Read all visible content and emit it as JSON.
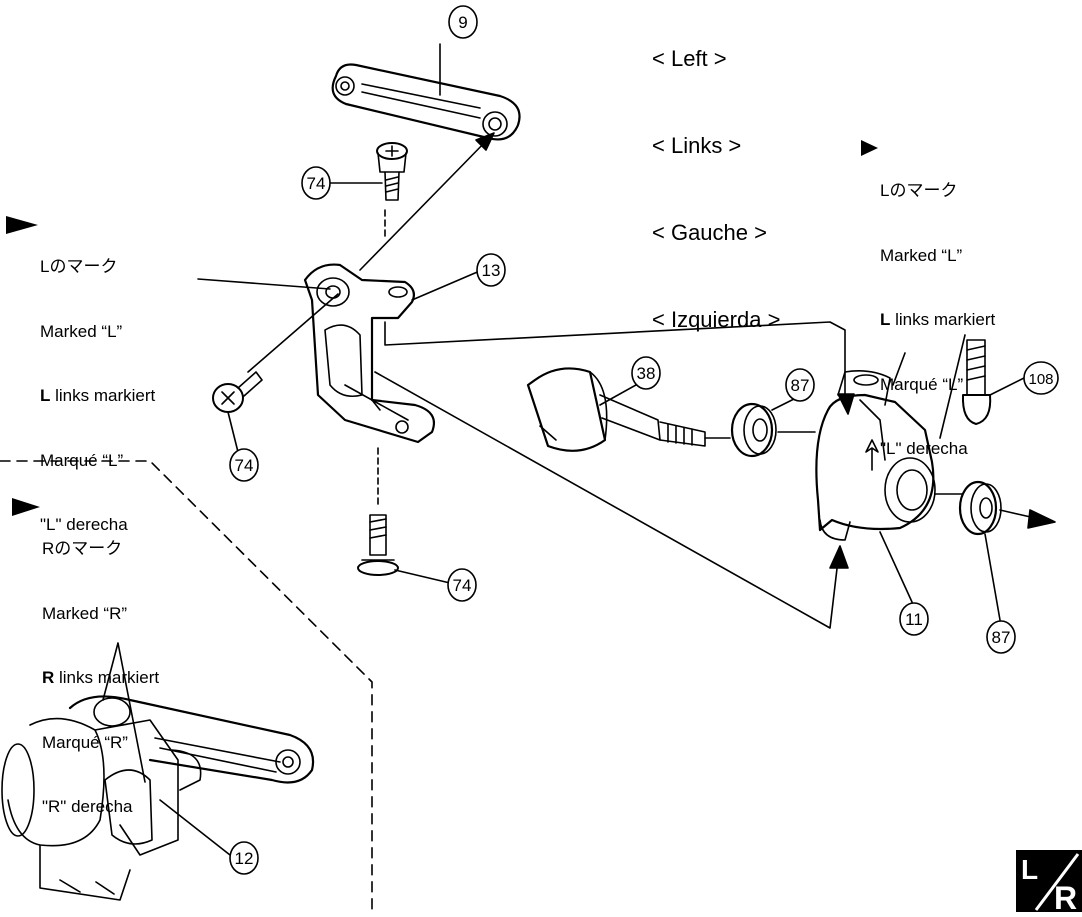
{
  "languages": [
    "< Left >",
    "< Links >",
    "< Gauche >",
    "< Izquierda >"
  ],
  "note_l_upright": {
    "jp": "Lのマーク",
    "en": "Marked “L”",
    "de_bold": "L",
    "de_rest": " links markiert",
    "fr": "Marqué “L”",
    "es": "\"L\" derecha"
  },
  "note_l_left": {
    "jp": "Lのマーク",
    "en": "Marked “L”",
    "de_bold": "L",
    "de_rest": " links markiert",
    "fr": "Marqué “L”",
    "es": "\"L\" derecha"
  },
  "note_r": {
    "jp": "Rのマーク",
    "en": "Marked “R”",
    "de_bold": "R",
    "de_rest": " links markiert",
    "fr": "Marqué “R”",
    "es": "\"R\" derecha"
  },
  "part_numbers": {
    "link": "9",
    "screw_top": "74",
    "upright_arm": "13",
    "screw_side": "74",
    "screw_bottom": "74",
    "axle": "38",
    "bearing_inner": "87",
    "bolt": "108",
    "hub_carrier": "11",
    "bearing_outer": "87",
    "inset_part": "12"
  },
  "badge": {
    "left": "L",
    "right": "R"
  },
  "colors": {
    "ink": "#000000",
    "paper": "#ffffff"
  }
}
